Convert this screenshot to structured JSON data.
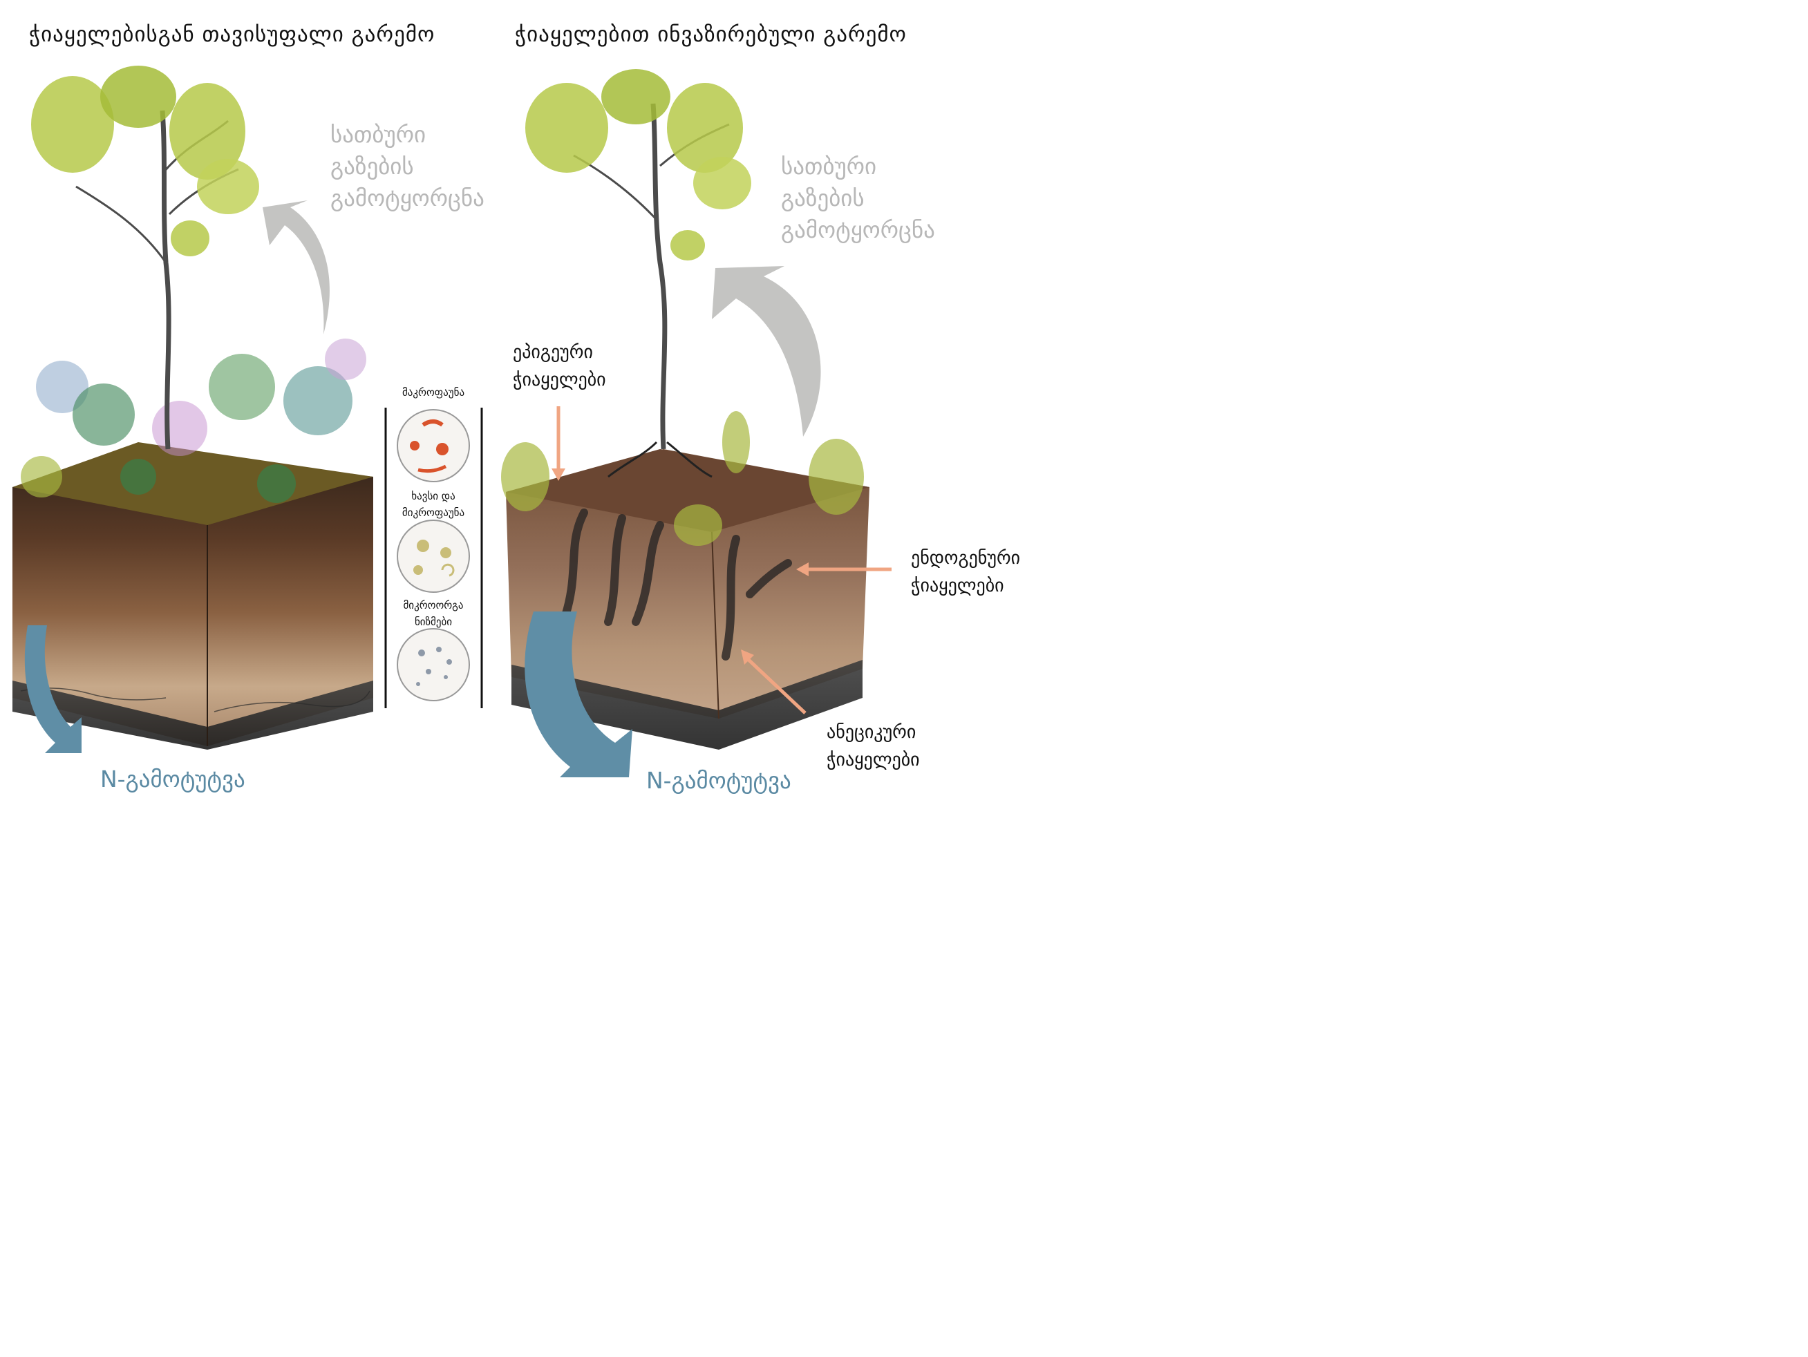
{
  "titles": {
    "left": "ჭიაყელებისგან თავისუფალი გარემო",
    "right": "ჭიაყელებით ინვაზირებული გარემო"
  },
  "left": {
    "ghg": [
      "სათბური",
      "გაზების",
      "გამოტყორცნა"
    ],
    "n_leach": "N-გამოტუტვა"
  },
  "right": {
    "ghg": [
      "სათბური",
      "გაზების",
      "გამოტყორცნა"
    ],
    "n_leach": "N-გამოტუტვა",
    "epigeic": [
      "ეპიგეური",
      "ჭიაყელები"
    ],
    "endogeic": [
      "ენდოგენური",
      "ჭიაყელები"
    ],
    "anecic": [
      "ანეციკური",
      "ჭიაყელები"
    ]
  },
  "legend": {
    "macrofauna": "მაკროფაუნა",
    "mesofauna": [
      "ხავსი და",
      "მიკროფაუნა"
    ],
    "microorganisms": [
      "მიკროორგა",
      "ნიზმები"
    ]
  },
  "colors": {
    "gray_arrow": "#c4c4c2",
    "blue_arrow": "#5f8ea6",
    "salmon_arrow": "#f0a582",
    "leaf": "#b6c94a"
  }
}
